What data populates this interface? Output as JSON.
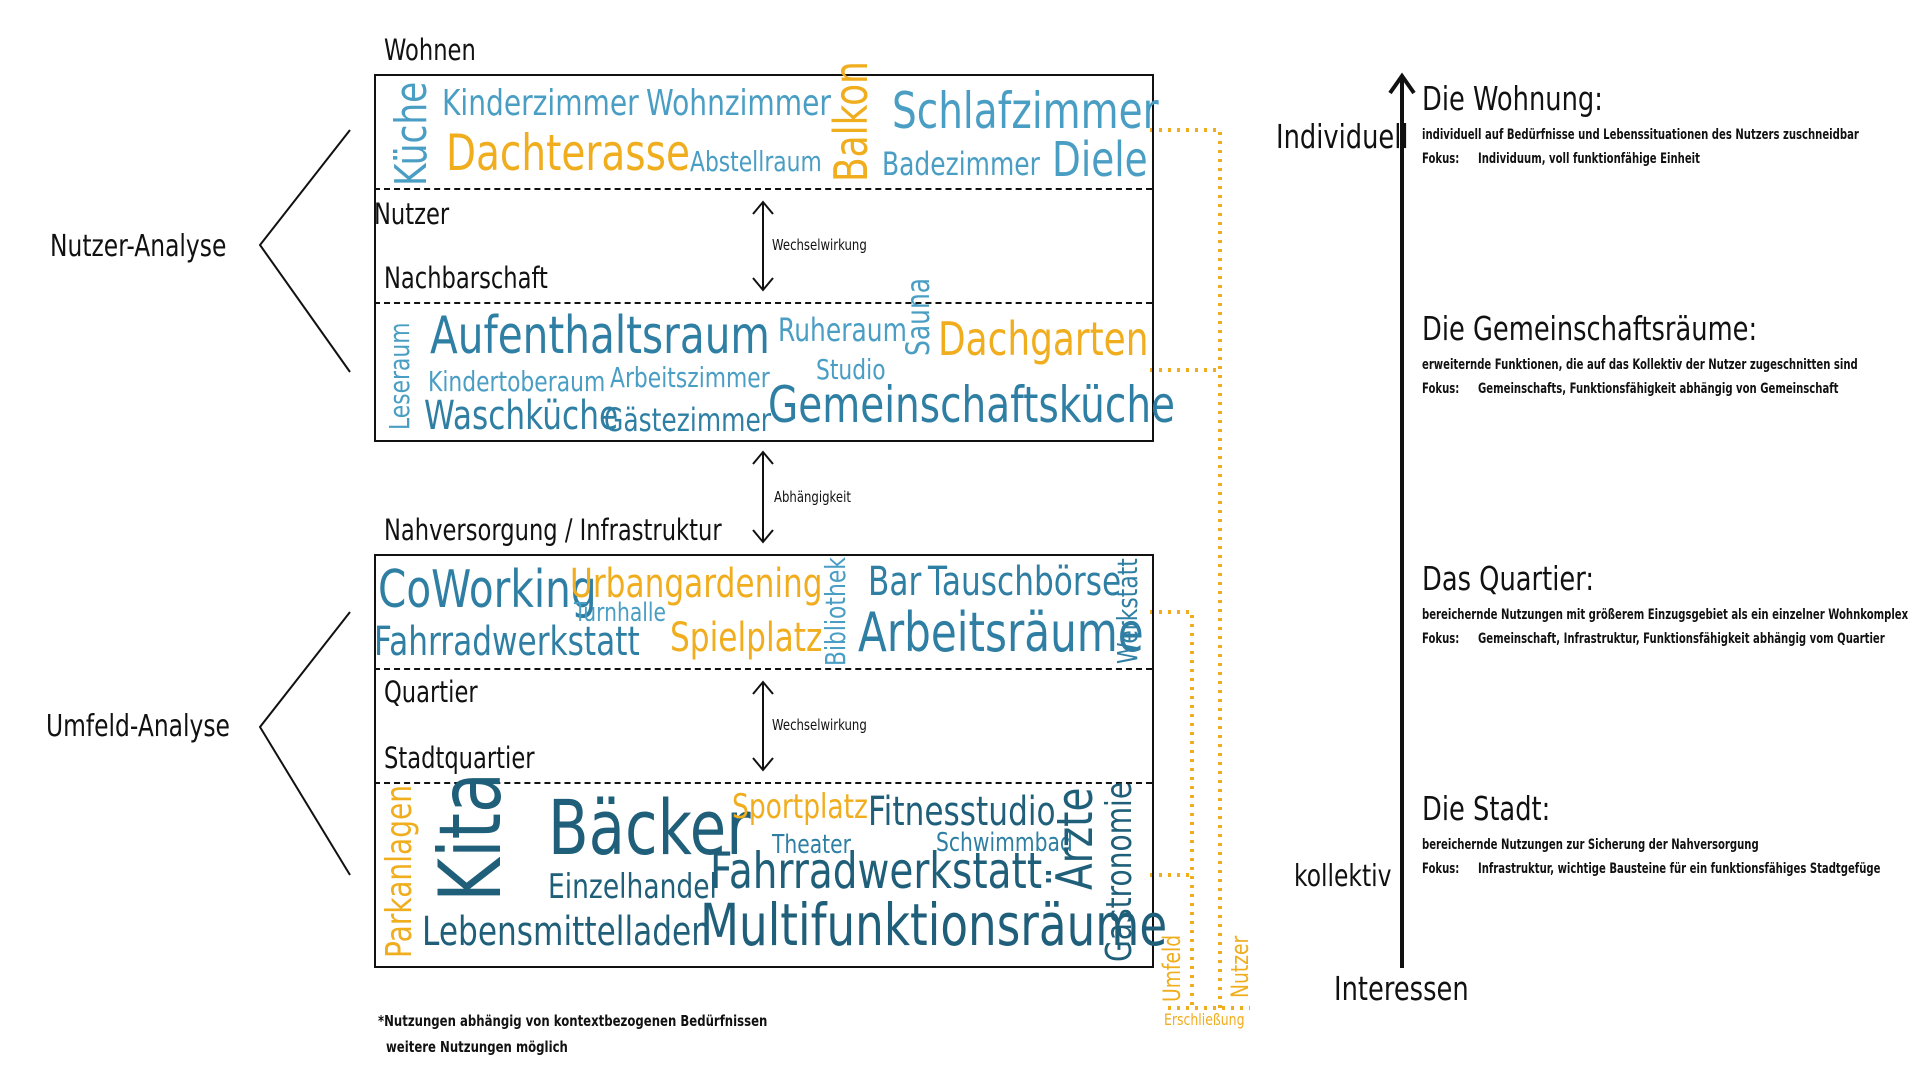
{
  "colors": {
    "blue": "#4a9ec4",
    "darkblue": "#1f5f7a",
    "orange": "#f0ad1e",
    "text": "#111111"
  },
  "left_labels": {
    "nutzer_analyse": "Nutzer-Analyse",
    "umfeld_analyse": "Umfeld-Analyse"
  },
  "section_titles": {
    "wohnen": "Wohnen",
    "nutzer": "Nutzer",
    "nachbarschaft": "Nachbarschaft",
    "nahversorgung": "Nahversorgung / Infrastruktur",
    "quartier": "Quartier",
    "stadtquartier": "Stadtquartier"
  },
  "relations": {
    "wechselwirkung_top": "Wechselwirkung",
    "abhaengigkeit": "Abhängigkeit",
    "wechselwirkung_bottom": "Wechselwirkung"
  },
  "wohnen_words": {
    "kueche": "Küche",
    "kinderzimmer": "Kinderzimmer",
    "wohnzimmer": "Wohnzimmer",
    "balkon": "Balkon",
    "schlafzimmer": "Schlafzimmer",
    "dachterasse": "Dachterasse",
    "abstellraum": "Abstellraum",
    "badezimmer": "Badezimmer",
    "diele": "Diele"
  },
  "nachbarschaft_words": {
    "leseraum": "Leseraum",
    "aufenthaltsraum": "Aufenthaltsraum",
    "ruheraum": "Ruheraum",
    "sauna": "Sauna",
    "dachgarten": "Dachgarten",
    "kindertoberaum": "Kindertoberaum",
    "arbeitszimmer": "Arbeitszimmer",
    "studio": "Studio",
    "waschkueche": "Waschküche",
    "gaestezimmer": "Gästezimmer",
    "gemeinschaftskueche": "Gemeinschaftsküche"
  },
  "quartier_words": {
    "coworking": "CoWorking",
    "urbangardening": "Urbangardening",
    "turnhalle": "Turnhalle",
    "bibliothek": "Bibliothek",
    "bar": "Bar",
    "tauschboerse": "Tauschbörse",
    "werkstatt": "Werkstatt",
    "fahrradwerkstatt": "Fahrradwerkstatt",
    "spielplatz": "Spielplatz",
    "arbeitsraeume": "Arbeitsräume"
  },
  "stadt_words": {
    "parkanlagen": "Parkanlagen",
    "kita": "Kita",
    "baecker": "Bäcker",
    "sportplatz": "Sportplatz",
    "fitnessstudio": "Fitnesstudio",
    "theater": "Theater",
    "schwimmbad": "Schwimmbad",
    "aerzte": "Ärzte",
    "gastronomie": "Gastronomie",
    "einzelhandel": "Einzelhandel",
    "fahrradwerkstatt": "Fahrradwerkstatt",
    "lebensmittelladen": "Lebensmittelladen",
    "multifunktionsraeume": "Multifunktionsräume"
  },
  "connector_labels": {
    "umfeld": "Umfeld",
    "nutzer": "Nutzer",
    "erschliessung": "Erschließung"
  },
  "footnote": {
    "line1": "*Nutzungen abhängig von kontextbezogenen Bedürfnissen",
    "line2": "weitere Nutzungen möglich"
  },
  "axis": {
    "top": "Individuell",
    "bottom": "kollektiv",
    "label": "Interessen"
  },
  "right_sections": [
    {
      "title": "Die Wohnung:",
      "desc": "individuell auf Bedürfnisse und Lebenssituationen des Nutzers zuschneidbar",
      "focus_label": "Fokus:",
      "focus": "Individuum, voll funktionfähige Einheit"
    },
    {
      "title": "Die Gemeinschaftsräume:",
      "desc": "erweiternde Funktionen, die auf das Kollektiv der Nutzer zugeschnitten sind",
      "focus_label": "Fokus:",
      "focus": "Gemeinschafts, Funktionsfähigkeit abhängig von Gemeinschaft"
    },
    {
      "title": "Das Quartier:",
      "desc": "bereichernde Nutzungen mit größerem Einzugsgebiet als ein einzelner Wohnkomplex",
      "focus_label": "Fokus:",
      "focus": "Gemeinschaft, Infrastruktur, Funktionsfähigkeit abhängig vom Quartier"
    },
    {
      "title": "Die Stadt:",
      "desc": "bereichernde Nutzungen zur Sicherung der Nahversorgung",
      "focus_label": "Fokus:",
      "focus": "Infrastruktur, wichtige Bausteine für ein funktionsfähiges Stadtgefüge"
    }
  ]
}
